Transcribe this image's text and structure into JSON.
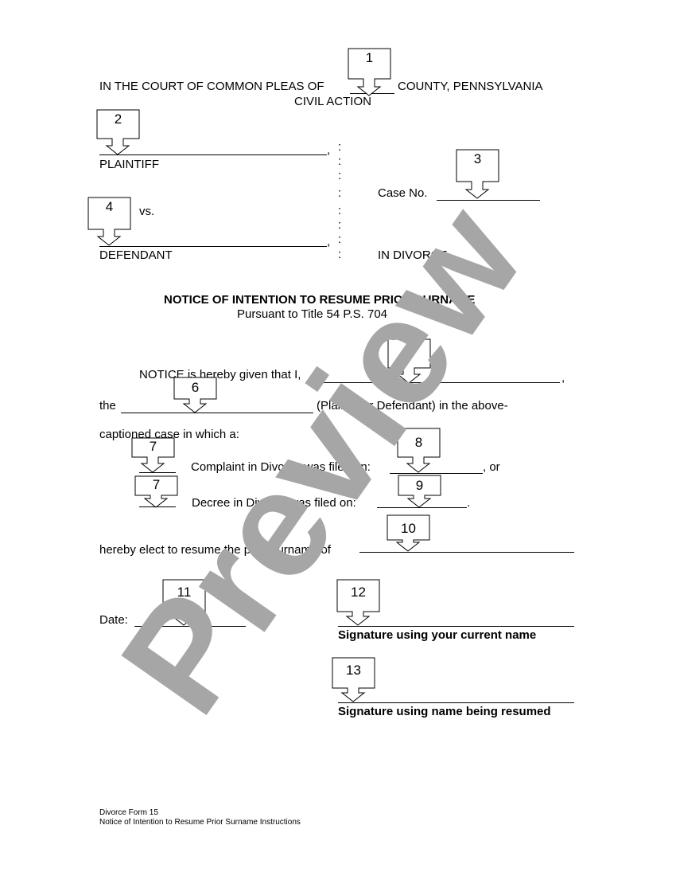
{
  "header": {
    "court_prefix": "IN THE COURT OF COMMON PLEAS OF",
    "court_suffix": "COUNTY, PENNSYLVANIA",
    "civil_action": "CIVIL ACTION"
  },
  "caption": {
    "comma": ",",
    "plaintiff_label": "PLAINTIFF",
    "vs_label": "vs.",
    "defendant_label": "DEFENDANT",
    "case_no_label": "Case No.",
    "in_divorce": "IN DIVORCE",
    "colon": ":"
  },
  "title": {
    "main": "NOTICE OF INTENTION TO RESUME PRIOR SURNAME",
    "sub": "Pursuant to Title 54 P.S. 704"
  },
  "body": {
    "notice_text": "NOTICE is hereby given that I,",
    "trailing_comma": ",",
    "the_word": "the",
    "plaintiff_or_defendant": "(Plaintiff or Defendant) in the above-",
    "captioned_case": "captioned case in which a:",
    "complaint_text": "Complaint in Divorce was filed on:",
    "or_text": ", or",
    "decree_text": "Decree in Divorce was filed on:",
    "period": ".",
    "elect_text": "hereby elect to resume the prior surname of"
  },
  "signatures": {
    "date_label": "Date:",
    "current_name": "Signature using your current name",
    "resumed_name": "Signature using name being resumed"
  },
  "footer": {
    "line1": "Divorce Form 15",
    "line2": "Notice of Intention to Resume Prior Surname Instructions"
  },
  "callouts": {
    "c1": "1",
    "c2": "2",
    "c3": "3",
    "c4": "4",
    "c5": "5",
    "c6": "6",
    "c7a": "7",
    "c7b": "7",
    "c8": "8",
    "c9": "9",
    "c10": "10",
    "c11": "11",
    "c12": "12",
    "c13": "13"
  },
  "watermark": "Preview"
}
